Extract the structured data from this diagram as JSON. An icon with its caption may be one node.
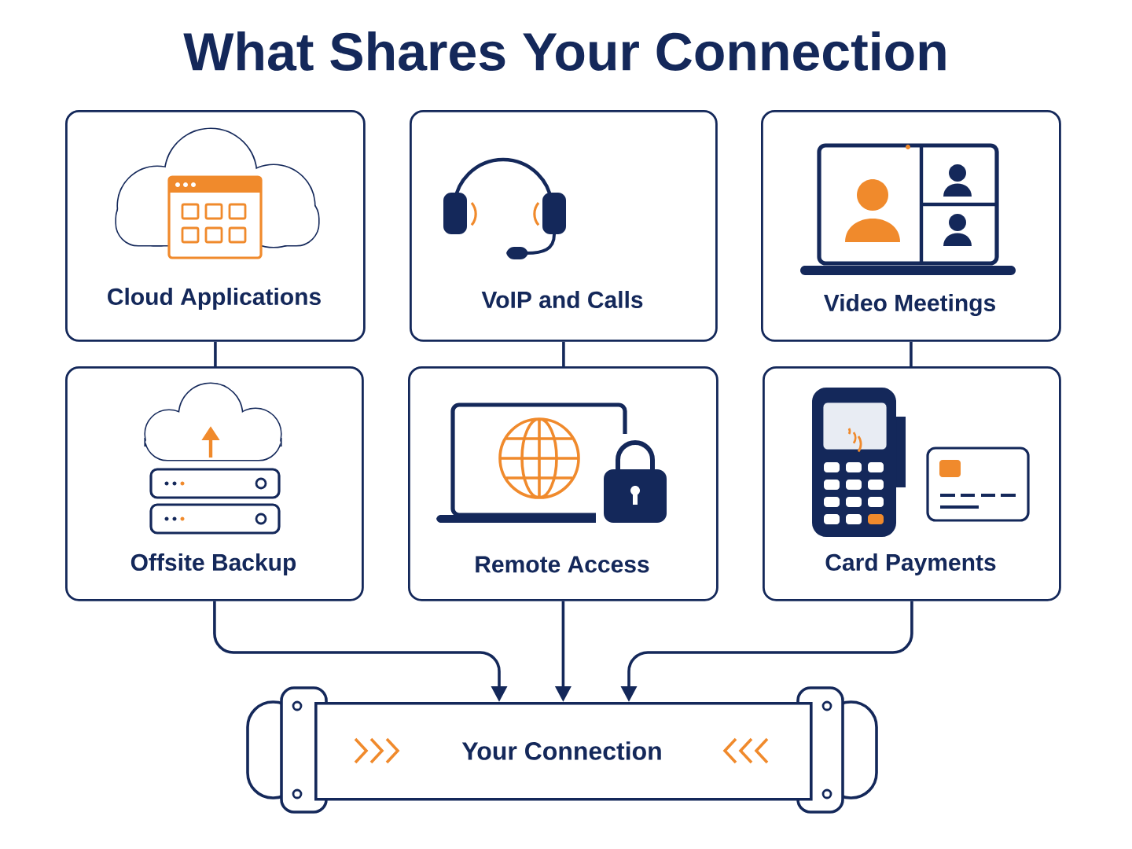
{
  "diagram": {
    "title": "What Shares Your Connection",
    "nodes": [
      {
        "text": [
          "Cloud Applications"
        ]
      },
      {
        "text": [
          "VoIP and Calls"
        ]
      },
      {
        "text": [
          "Video Meetings"
        ]
      },
      {
        "text": [
          "Offsite Backup"
        ]
      },
      {
        "text": [
          "Remote Access"
        ]
      },
      {
        "text": [
          "Card Payments"
        ]
      },
      {
        "text": [
          "Your Connection"
        ]
      }
    ],
    "edges": [
      {
        "from": 0,
        "to": 3,
        "arrow": "none"
      },
      {
        "from": 1,
        "to": 4,
        "arrow": "none"
      },
      {
        "from": 2,
        "to": 5,
        "arrow": "none"
      },
      {
        "from": 3,
        "to": 6,
        "arrow": "to"
      },
      {
        "from": 4,
        "to": 6,
        "arrow": "to"
      },
      {
        "from": 5,
        "to": 6,
        "arrow": "to"
      }
    ]
  }
}
